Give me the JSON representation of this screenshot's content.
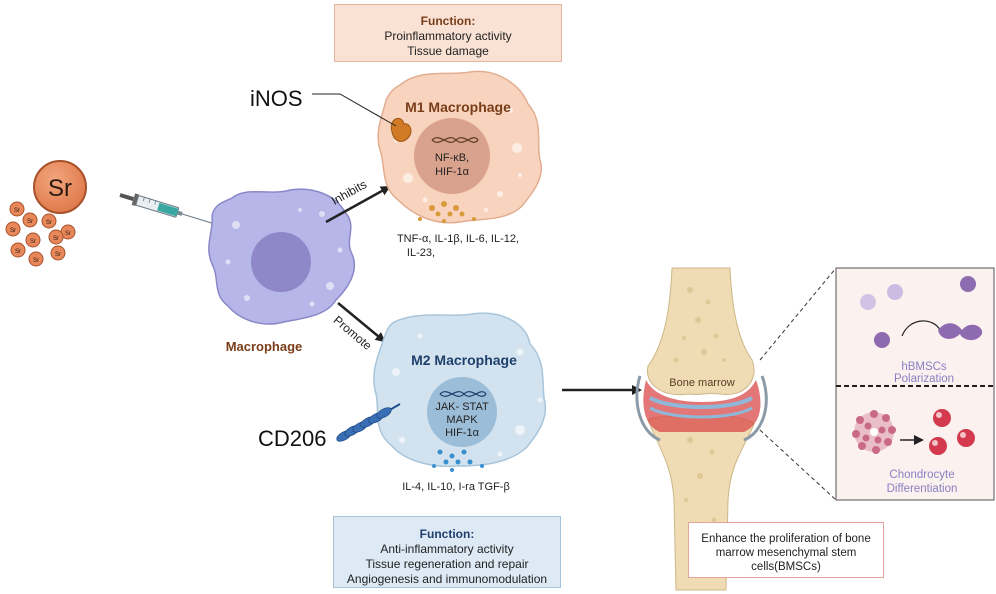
{
  "left": {
    "sr_label": "Sr",
    "sr_ion_label": "Sr",
    "macrophage_label": "Macrophage"
  },
  "arrows": {
    "inhibits": "Inhibits",
    "promote": "Promote"
  },
  "m1": {
    "title": "M1 Macrophage",
    "marker": "iNOS",
    "nucleus_line1": "NF-κB,",
    "nucleus_line2": "HIF-1α",
    "cytokines_line1": "TNF-α, IL-1β, IL-6, IL-12,",
    "cytokines_line2": "IL-23,",
    "function_title": "Function:",
    "function_lines": [
      "Proinflammatory activity",
      "Tissue damage"
    ]
  },
  "m2": {
    "title": "M2 Macrophage",
    "marker": "CD206",
    "nucleus_line1": "JAK- STAT",
    "nucleus_line2": "MAPK",
    "nucleus_line3": "HIF-1α",
    "cytokines": "IL-4, IL-10, I-ra TGF-β",
    "function_title": "Function:",
    "function_lines": [
      "Anti-inflammatory activity",
      "Tissue regeneration and repair",
      "Angiogenesis and immunomodulation"
    ]
  },
  "joint": {
    "bone_marrow_label": "Bone marrow",
    "caption_lines": [
      "Enhance the proliferation of bone",
      "marrow mesenchymal stem",
      "cells(BMSCs)"
    ]
  },
  "panel": {
    "top_label_line1": "hBMSCs",
    "top_label_line2": "Polarization",
    "bottom_label_line1": "Chondrocyte",
    "bottom_label_line2": "Differentiation"
  },
  "colors": {
    "sr": "#e8885a",
    "macrophage": "#b3b3e6",
    "macrophage_nucleus": "#8d86c9",
    "m1_cell": "#f8d3bd",
    "m1_nucleus": "#d9a08b",
    "m2_cell": "#cfe1ee",
    "m2_nucleus": "#98bcd8",
    "label_brown": "#7a3d19",
    "label_navy": "#1f3f6d",
    "label_purple": "#8a7fc2"
  }
}
